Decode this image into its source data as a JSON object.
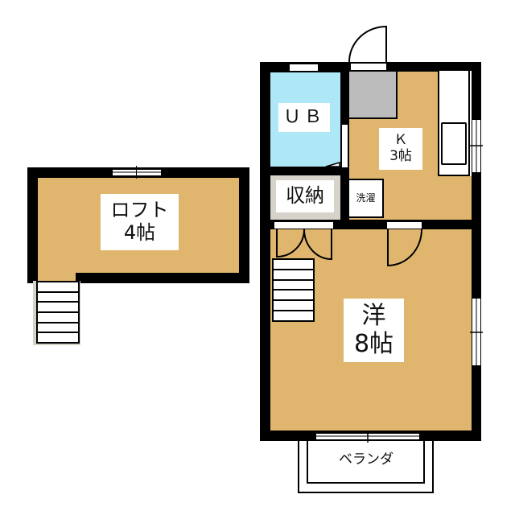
{
  "floorplan": {
    "rooms": {
      "loft": {
        "name": "ロフト",
        "size": "4帖"
      },
      "bath": {
        "name": "ＵＢ"
      },
      "kitchen": {
        "name": "Ｋ",
        "size": "3帖"
      },
      "closet": {
        "name": "収納"
      },
      "laundry": {
        "name": "洗濯"
      },
      "western": {
        "name": "洋",
        "size": "8帖"
      },
      "balcony": {
        "name": "ベランダ"
      }
    },
    "colors": {
      "floor": "#e0b66e",
      "bath": "#aee8f7",
      "entrance": "#bcbcbc",
      "closet": "#d6d3ca",
      "wall": "#000000"
    }
  }
}
